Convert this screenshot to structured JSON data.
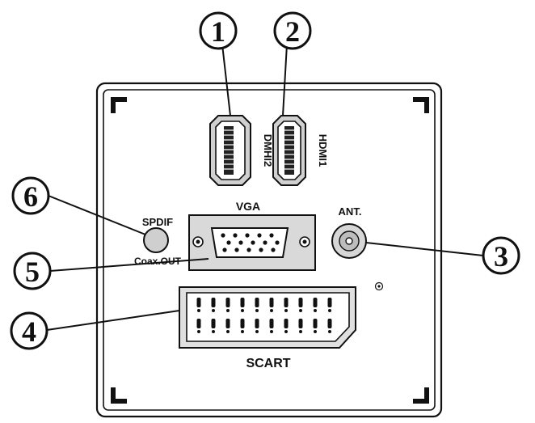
{
  "callouts": [
    {
      "number": "1"
    },
    {
      "number": "2"
    },
    {
      "number": "3"
    },
    {
      "number": "4"
    },
    {
      "number": "5"
    },
    {
      "number": "6"
    }
  ],
  "ports": {
    "hdmi2_label": "DMHI2",
    "hdmi1_label": "HDMI1",
    "vga_label": "VGA",
    "antenna_label": "ANT.",
    "spdif_label": "SPDIF",
    "coax_label": "Coax.OUT",
    "scart_label": "SCART"
  },
  "colors": {
    "line": "#111111",
    "port_fill": "#d9d9d9",
    "panel_fill": "#ffffff"
  }
}
